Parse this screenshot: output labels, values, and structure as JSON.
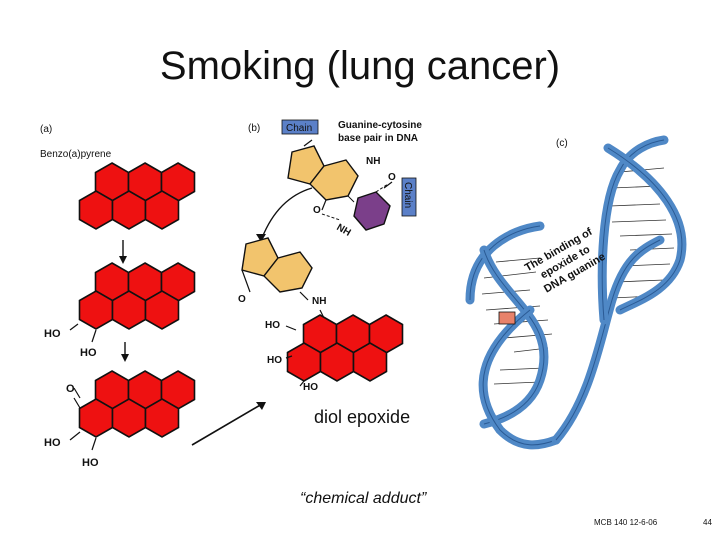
{
  "slide": {
    "title": "Smoking (lung cancer)",
    "caption": "“chemical adduct”",
    "course": "MCB 140 12-6-06",
    "page": "44"
  },
  "panel_a": {
    "label": "(a)",
    "compound": "Benzo(a)pyrene",
    "ho_1": "HO",
    "ho_2": "HO",
    "o_label": "O",
    "ho_3": "HO",
    "ho_4": "HO"
  },
  "panel_b": {
    "label": "(b)",
    "chain_top": "Chain",
    "chain_side": "Chain",
    "pair_title_1": "Guanine-cytosine",
    "pair_title_2": "base pair in DNA",
    "nh_top": "NH",
    "o_right": "O",
    "o_left": "O",
    "nh_bottom": "NH",
    "o_guanine": "O",
    "nh_adduct": "NH",
    "ho_1": "HO",
    "ho_2": "HO",
    "ho_3": "HO",
    "diol_label": "diol epoxide"
  },
  "panel_c": {
    "label": "(c)",
    "binding_1": "The binding of",
    "binding_2": "epoxide to",
    "binding_3": "DNA guanine"
  },
  "colors": {
    "ring_red": "#ee1111",
    "ring_orange": "#f2c46d",
    "ring_purple": "#7b3f8a",
    "chain_box": "#5b80c8",
    "dna_blue": "#4f88c6",
    "adduct_box": "#e8826a"
  }
}
